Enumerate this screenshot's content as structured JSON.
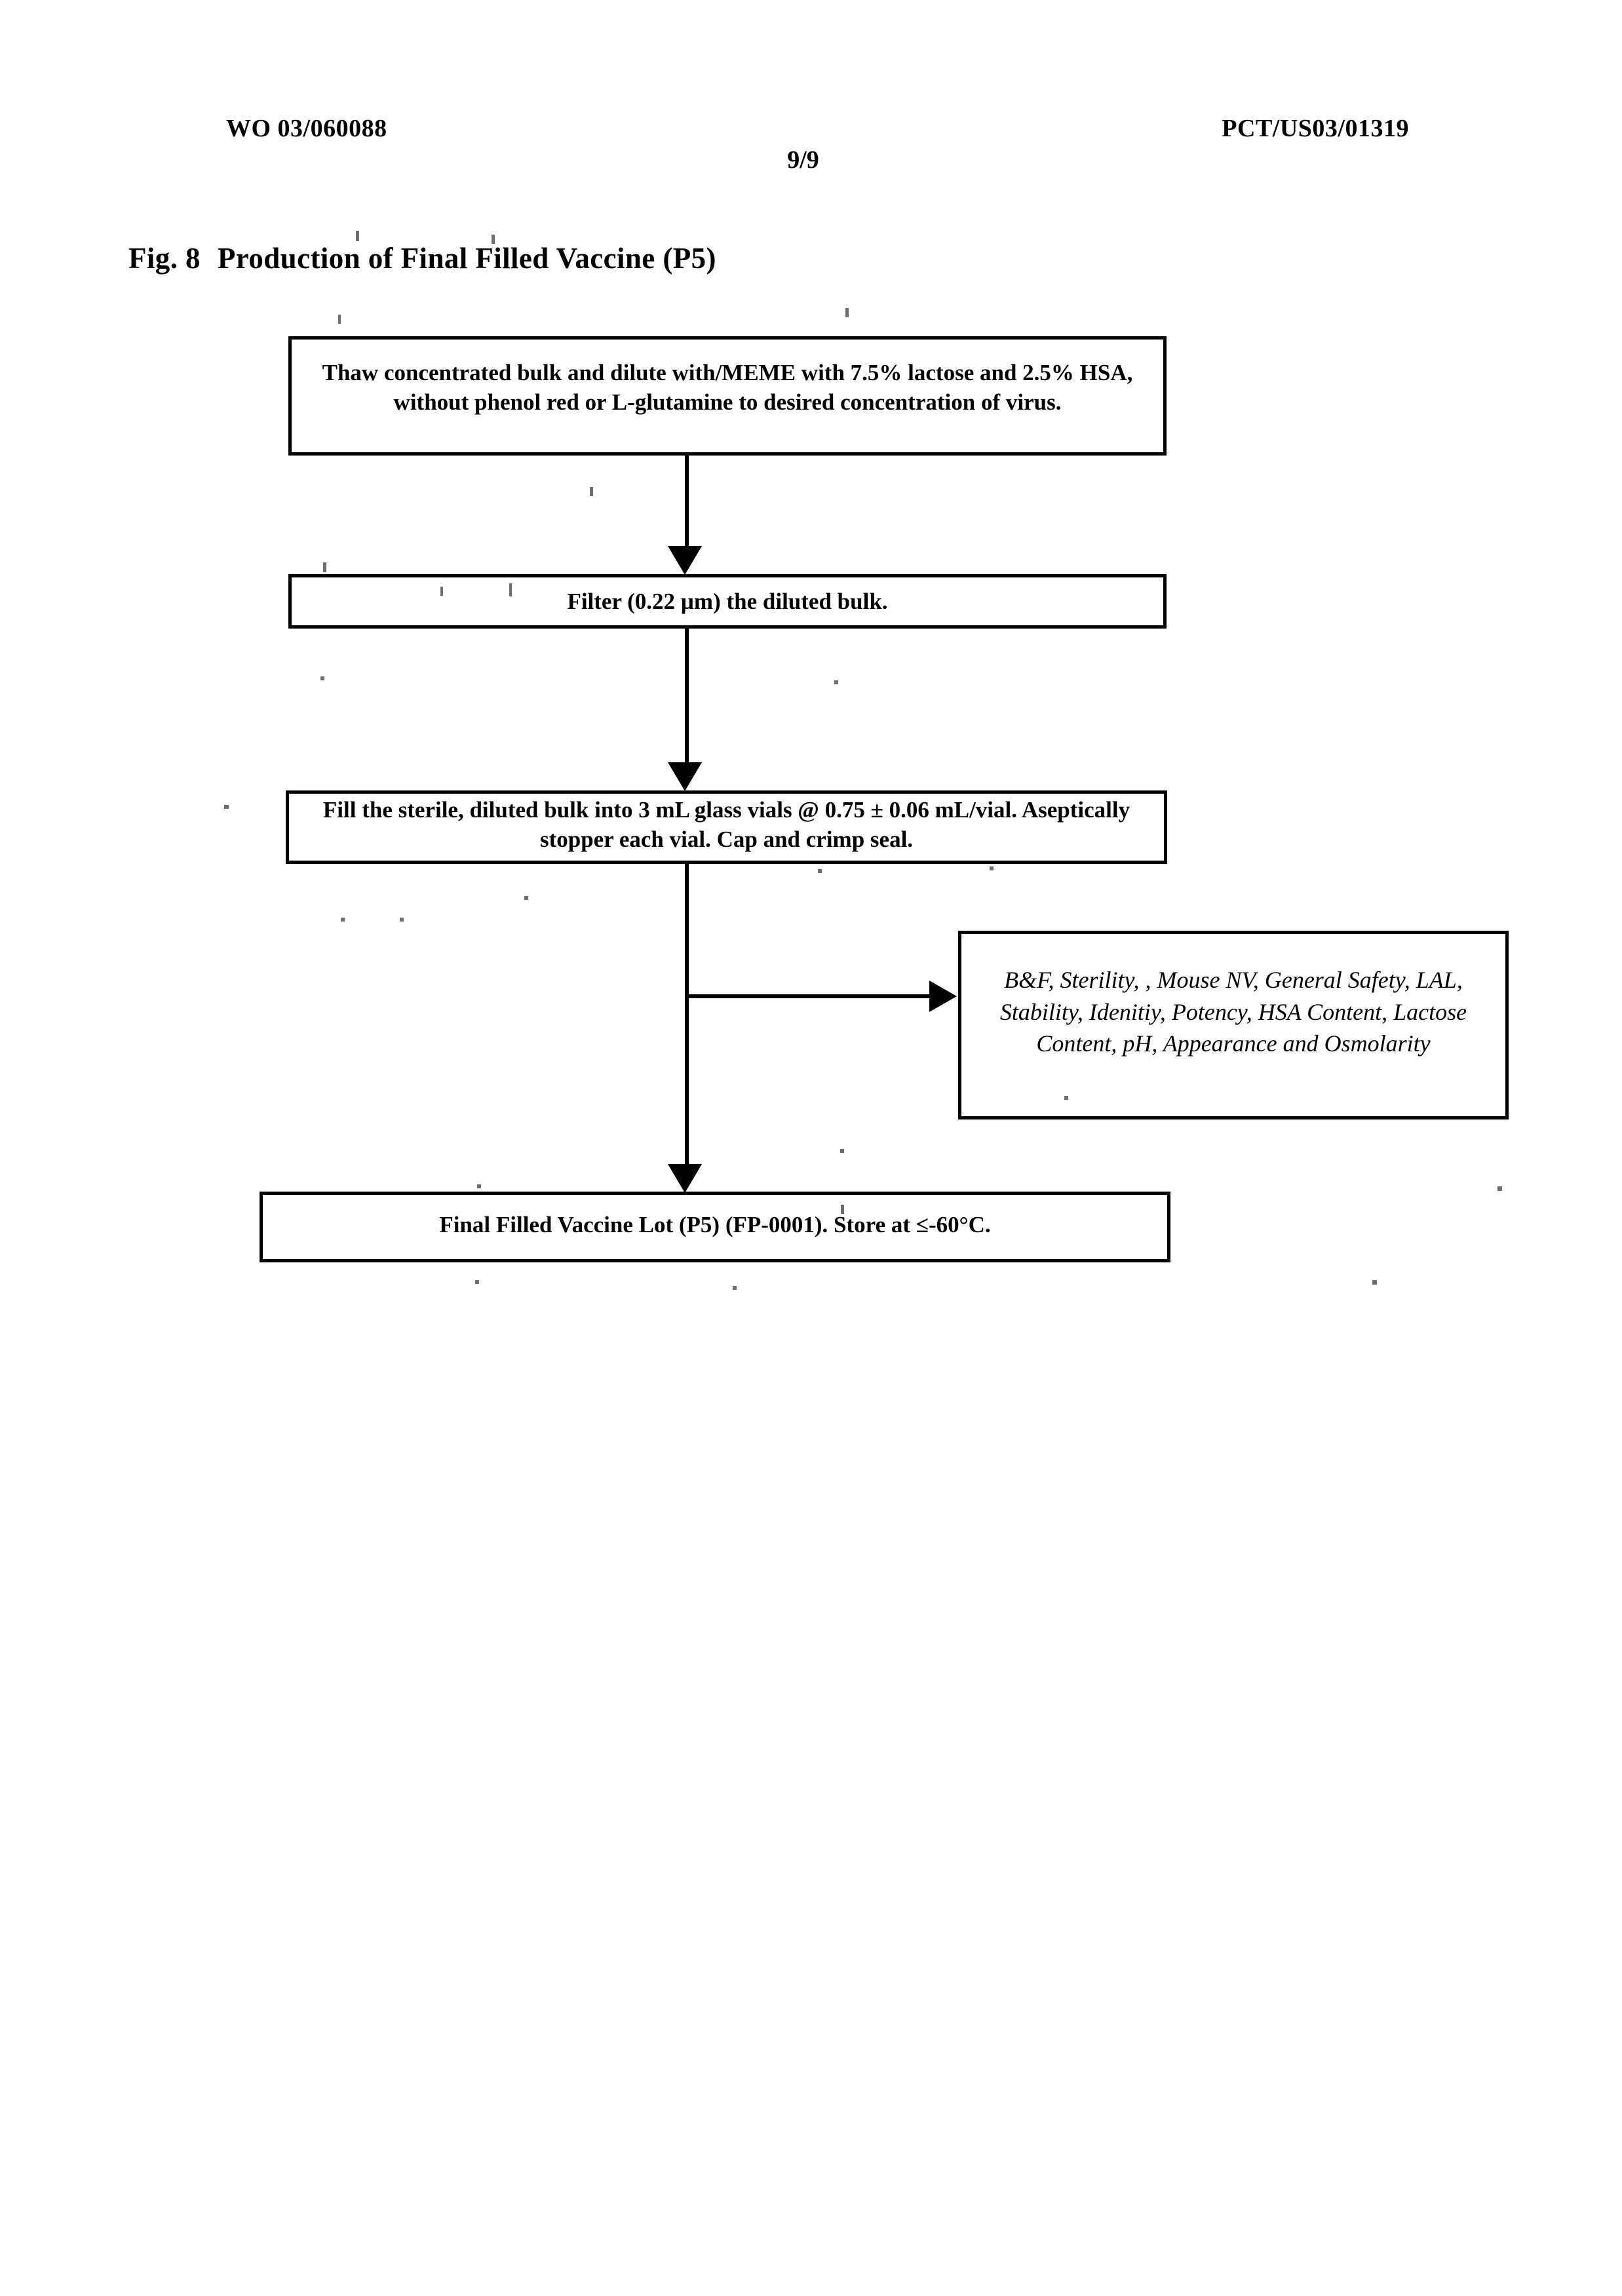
{
  "header": {
    "publication_number": "WO 03/060088",
    "application_number": "PCT/US03/01319",
    "page_number": "9/9"
  },
  "figure": {
    "label": "Fig. 8",
    "title": "Production of Final Filled Vaccine (P5)"
  },
  "flowchart": {
    "nodes": [
      {
        "id": "thaw",
        "text": "Thaw concentrated bulk and dilute with/MEME with 7.5% lactose and 2.5% HSA, without phenol red or L-glutamine to desired concentration of virus."
      },
      {
        "id": "filter",
        "text": "Filter (0.22 µm) the diluted bulk."
      },
      {
        "id": "fill",
        "text": "Fill the sterile, diluted bulk into 3 mL glass vials @ 0.75 ± 0.06 mL/vial. Aseptically stopper each vial.  Cap and crimp seal."
      },
      {
        "id": "tests",
        "text": "B&F, Sterility, , Mouse NV, General Safety, LAL, Stability, Idenitiy, Potency, HSA Content, Lactose Content, pH, Appearance and Osmolarity"
      },
      {
        "id": "final",
        "text": "Final Filled Vaccine Lot (P5) (FP-0001).  Store at ≤-60°C."
      }
    ],
    "edges": [
      {
        "from": "thaw",
        "to": "filter",
        "direction": "down"
      },
      {
        "from": "filter",
        "to": "fill",
        "direction": "down"
      },
      {
        "from": "fill",
        "to": "final",
        "direction": "down"
      },
      {
        "from": "fill",
        "to": "tests",
        "direction": "right"
      }
    ]
  },
  "colors": {
    "ink": "#000000",
    "paper": "#ffffff"
  }
}
